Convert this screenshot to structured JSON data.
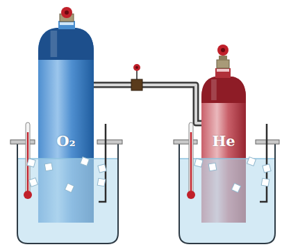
{
  "diagram": {
    "nodes": [
      {
        "text": [
          "O₂"
        ]
      },
      {
        "text": [
          "He"
        ]
      }
    ],
    "edges": [
      {
        "from": 0,
        "to": 1,
        "arrow": "none"
      }
    ]
  }
}
